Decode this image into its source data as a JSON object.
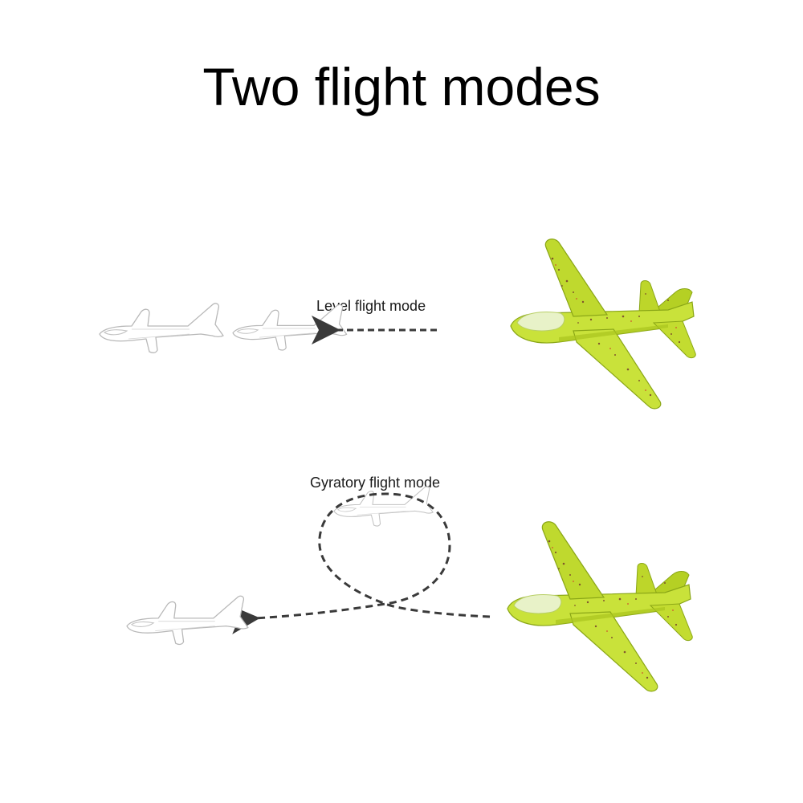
{
  "title": "Two flight modes",
  "modes": {
    "level": {
      "label": "Level flight mode"
    },
    "gyratory": {
      "label": "Gyratory flight mode"
    }
  },
  "colors": {
    "background": "#ffffff",
    "title": "#000000",
    "path": "#3a3a3a",
    "sketch_stroke": "#b8b8b8",
    "plane_body": "#c9e23a",
    "plane_shade": "#a9c41e",
    "plane_edge": "#8aa616",
    "canopy": "#e8f2c8"
  },
  "icons": {
    "sketch": "plane-sketch-icon",
    "toy": "toy-glider-plane-icon",
    "arrow": "dashed-arrow-icon"
  }
}
